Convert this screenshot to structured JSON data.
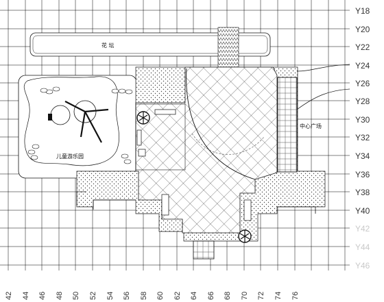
{
  "grid": {
    "y_labels": [
      "Y18",
      "Y20",
      "Y22",
      "Y24",
      "Y26",
      "Y28",
      "Y30",
      "Y32",
      "Y34",
      "Y36",
      "Y38",
      "Y40",
      "Y42",
      "Y44",
      "Y46"
    ],
    "y_faded": [
      false,
      false,
      false,
      false,
      false,
      false,
      false,
      false,
      false,
      false,
      false,
      false,
      true,
      true,
      true
    ],
    "x_labels": [
      "42",
      "44",
      "46",
      "48",
      "50",
      "52",
      "54",
      "56",
      "58",
      "60",
      "62",
      "64",
      "66",
      "68",
      "70",
      "72",
      "74",
      "76"
    ]
  },
  "labels": {
    "flower_bed": "花    坛",
    "children_playground": "儿童游乐园",
    "central_plaza": "中心广场"
  },
  "colors": {
    "line": "#111111",
    "grid": "#000000",
    "hatch": "#555555",
    "background": "#ffffff"
  }
}
